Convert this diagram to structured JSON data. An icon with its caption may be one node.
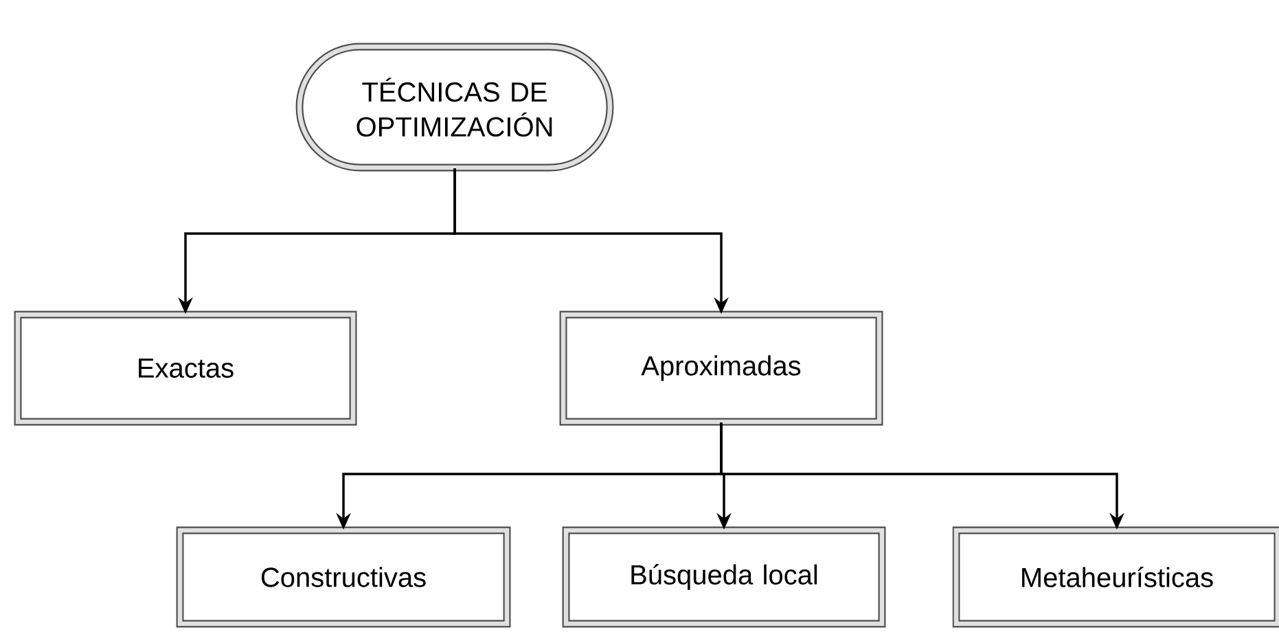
{
  "diagram": {
    "nodes": [
      {
        "text": [
          "TÉCNICAS DE OPTIMIZACIÓN"
        ]
      },
      {
        "text": [
          "Exactas"
        ]
      },
      {
        "text": [
          "Aproximadas"
        ]
      },
      {
        "text": [
          "Constructivas"
        ]
      },
      {
        "text": [
          "Búsqueda local"
        ]
      },
      {
        "text": [
          "Metaheurísticas"
        ]
      }
    ],
    "edges": [
      {
        "from": 0,
        "to": 1,
        "arrow": "to"
      },
      {
        "from": 0,
        "to": 2,
        "arrow": "to"
      },
      {
        "from": 2,
        "to": 3,
        "arrow": "to"
      },
      {
        "from": 2,
        "to": 4,
        "arrow": "to"
      },
      {
        "from": 2,
        "to": 5,
        "arrow": "to"
      }
    ]
  }
}
